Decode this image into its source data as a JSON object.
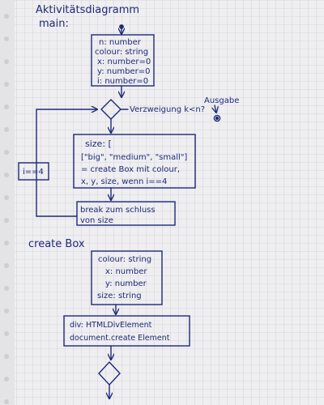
{
  "title": "Aktivitätsdiagramm",
  "subtitle": "main:",
  "main_block": {
    "lines": [
      "n: number",
      "colour: string",
      "x: number=0",
      "y: number=0",
      "i: number=0"
    ]
  },
  "decision_guard": "Verzweigung k<n?",
  "output_label": "Ausgabe",
  "loop_guard": "i==4",
  "size_block": {
    "lines": [
      "size: [",
      "[\"big\", \"medium\", \"small\"]",
      "= create Box mit colour,",
      "x, y, size, wenn i==4"
    ]
  },
  "break_block": {
    "lines": [
      "break zum schluss",
      "von size"
    ]
  },
  "create_box_title": "create Box",
  "create_box_block": {
    "lines": [
      "colour: string",
      "x: number",
      "y: number",
      "size: string"
    ]
  },
  "element_block": {
    "lines": [
      "div: HTMLDivElement",
      "document.create Element"
    ]
  },
  "colors": {
    "paper": "#efeef0",
    "grid": "#b9bccd",
    "ink": "#1e2a78"
  }
}
